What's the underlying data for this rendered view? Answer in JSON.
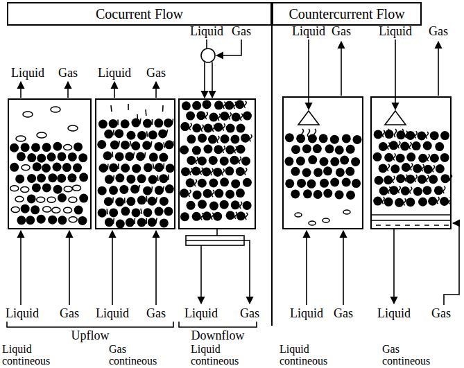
{
  "diagram": {
    "nodes": [
      {
        "text": [
          "Cocurrent Flow"
        ]
      },
      {
        "text": [
          "Countercurrent Flow"
        ]
      }
    ],
    "labels": [
      "Liquid",
      "Gas",
      "Liquid",
      "Gas",
      "Liquid",
      "Gas",
      "Liquid",
      "Gas",
      "Liquid",
      "Gas",
      "Liquid",
      "Gas",
      "Liquid",
      "Gas",
      "Liquid",
      "Gas",
      "Liquid",
      "Gas",
      "Liquid",
      "Gas",
      "Upflow",
      "Downflow",
      "Liquid contineous",
      "Gas contineous",
      "Liquid contineous",
      "Liquid contineous",
      "Gas contineous"
    ]
  }
}
